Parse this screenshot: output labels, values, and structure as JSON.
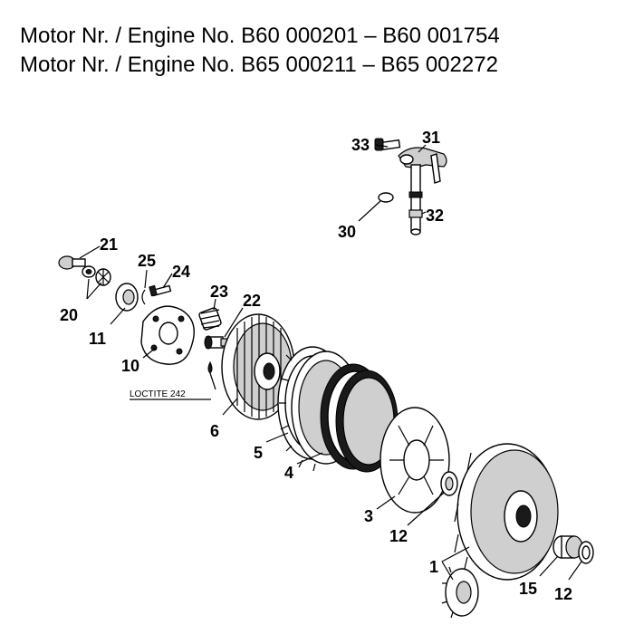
{
  "header": {
    "line1": "Motor Nr. / Engine No. B60 000201 – B60 001754",
    "line2": "Motor Nr. / Engine No. B65 000211 – B65 002272"
  },
  "note": "LOCTITE 242",
  "labels": {
    "p1": "1",
    "p3": "3",
    "p4": "4",
    "p5": "5",
    "p6": "6",
    "p10": "10",
    "p11": "11",
    "p12a": "12",
    "p12b": "12",
    "p15": "15",
    "p20": "20",
    "p21": "21",
    "p22": "22",
    "p23": "23",
    "p24": "24",
    "p25": "25",
    "p30": "30",
    "p31": "31",
    "p32": "32",
    "p33": "33"
  }
}
